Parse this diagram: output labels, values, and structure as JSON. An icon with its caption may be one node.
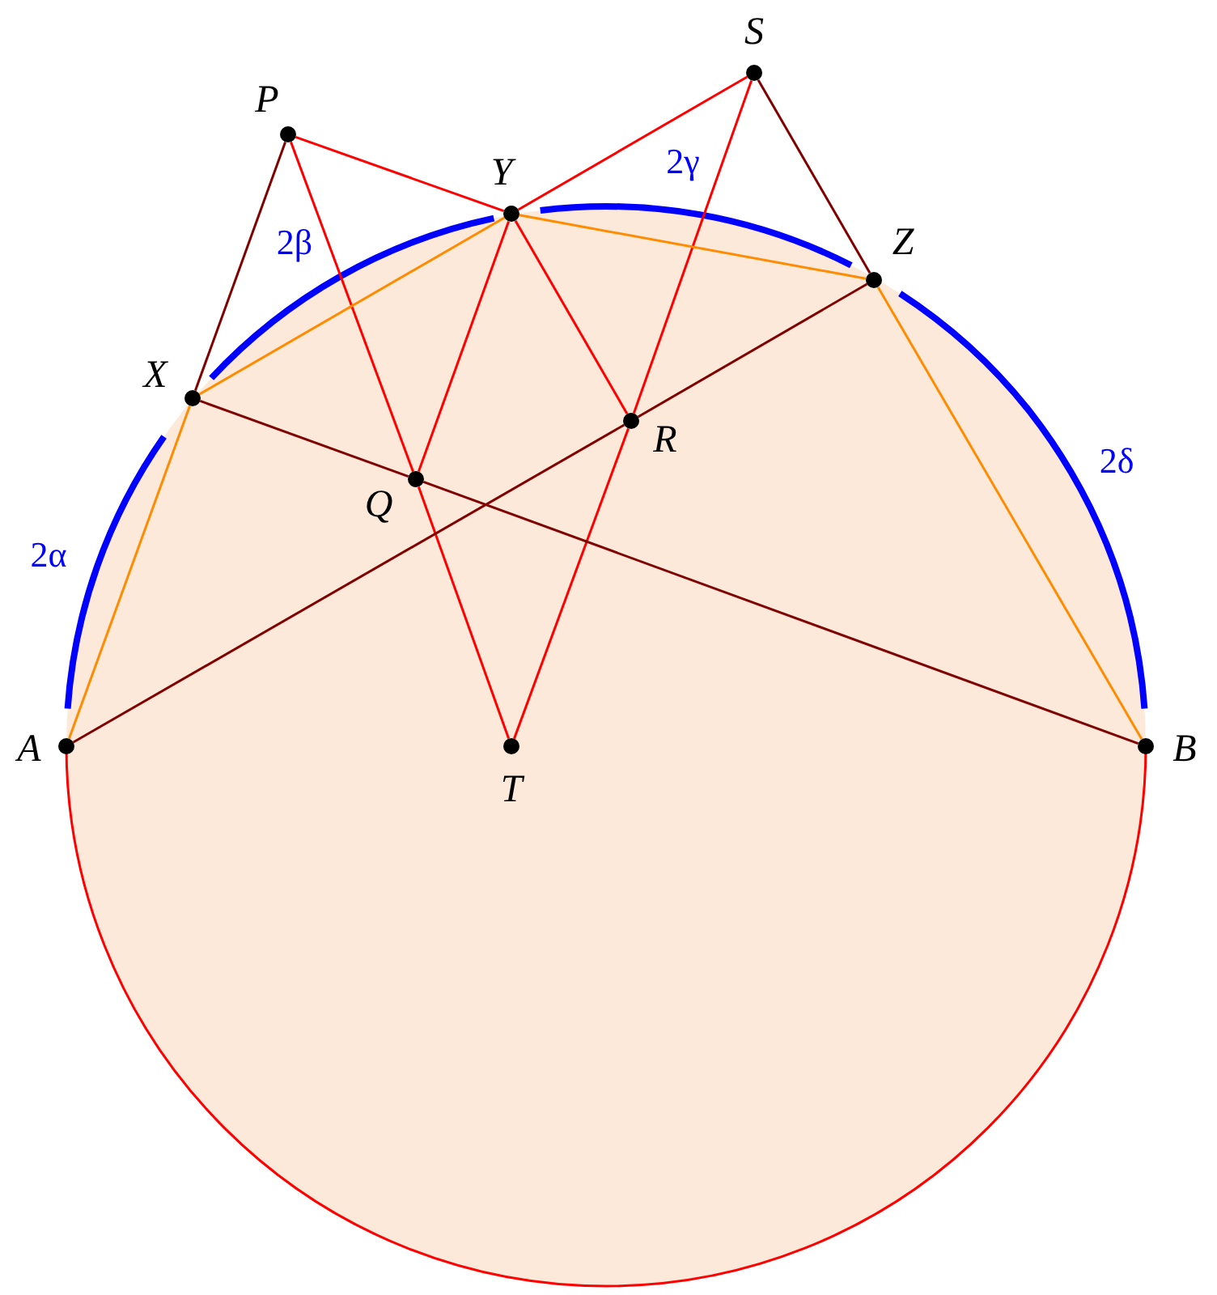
{
  "diagram": {
    "nodes": [
      {
        "text": [
          "S"
        ]
      },
      {
        "text": [
          "P"
        ]
      },
      {
        "text": [
          "Y"
        ]
      },
      {
        "text": [
          "Z"
        ]
      },
      {
        "text": [
          "X"
        ]
      },
      {
        "text": [
          "R"
        ]
      },
      {
        "text": [
          "Q"
        ]
      },
      {
        "text": [
          "A"
        ]
      },
      {
        "text": [
          "T"
        ]
      },
      {
        "text": [
          "B"
        ]
      }
    ],
    "edges": [
      {
        "from": 1,
        "to": 2,
        "arrow": "none"
      },
      {
        "from": 1,
        "to": 6,
        "arrow": "none"
      },
      {
        "from": 6,
        "to": 8,
        "arrow": "none"
      },
      {
        "from": 2,
        "to": 0,
        "arrow": "none"
      },
      {
        "from": 0,
        "to": 5,
        "arrow": "none"
      },
      {
        "from": 5,
        "to": 8,
        "arrow": "none"
      },
      {
        "from": 2,
        "to": 6,
        "arrow": "none"
      },
      {
        "from": 2,
        "to": 5,
        "arrow": "none"
      },
      {
        "from": 1,
        "to": 4,
        "arrow": "none",
        "color": "#800000"
      },
      {
        "from": 0,
        "to": 3,
        "arrow": "none",
        "color": "#800000"
      },
      {
        "from": 4,
        "to": 6,
        "arrow": "none",
        "color": "#800000"
      },
      {
        "from": 6,
        "to": 9,
        "arrow": "none",
        "color": "#800000"
      },
      {
        "from": 7,
        "to": 5,
        "arrow": "none",
        "color": "#800000"
      },
      {
        "from": 5,
        "to": 3,
        "arrow": "none",
        "color": "#800000"
      },
      {
        "from": 7,
        "to": 4,
        "arrow": "none",
        "color": "#ff8c00"
      },
      {
        "from": 4,
        "to": 2,
        "arrow": "none",
        "color": "#ff8c00"
      },
      {
        "from": 2,
        "to": 3,
        "arrow": "none",
        "color": "#ff8c00"
      },
      {
        "from": 3,
        "to": 9,
        "arrow": "none",
        "color": "#ff8c00"
      }
    ],
    "labels": [
      "2γ",
      "2β",
      "2δ",
      "2α"
    ]
  }
}
